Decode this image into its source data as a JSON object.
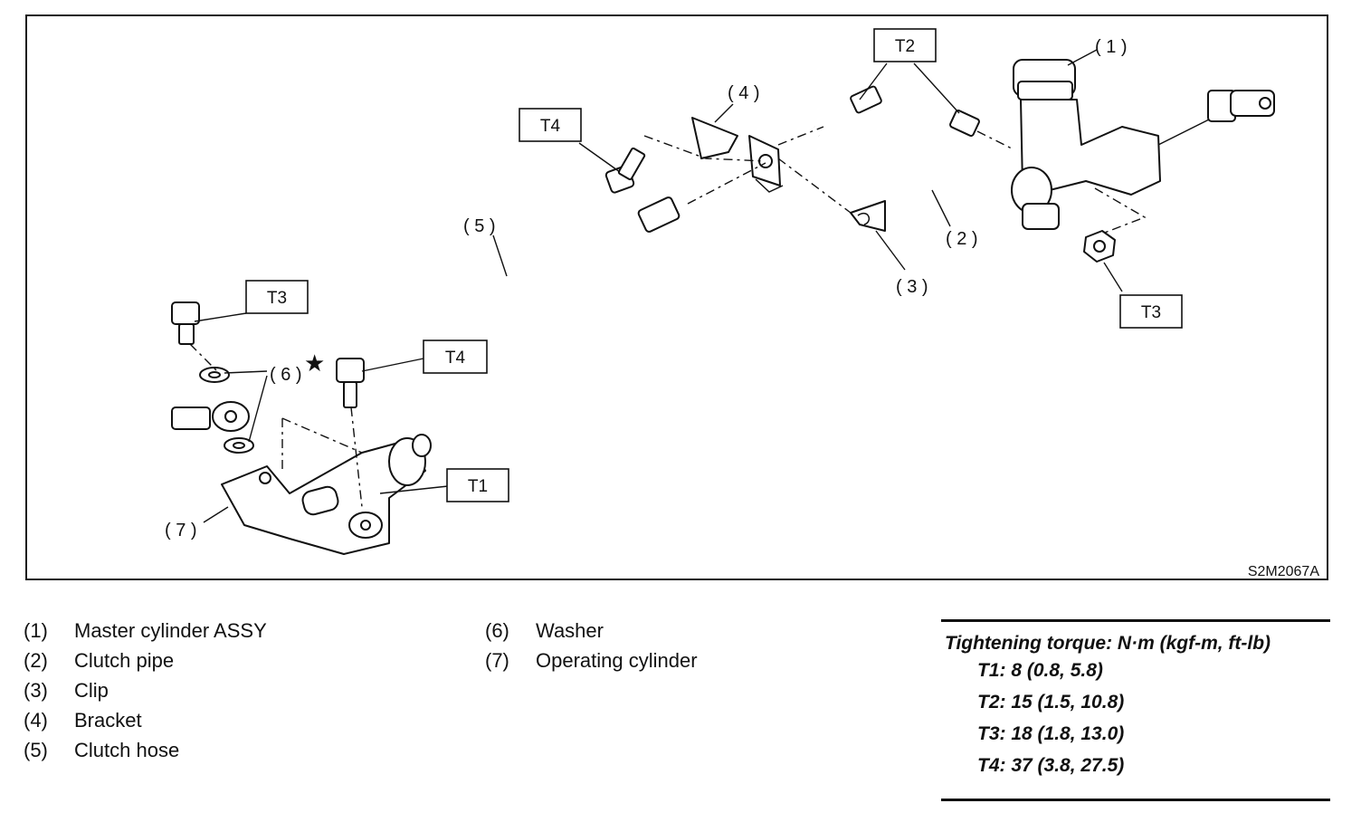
{
  "diagram": {
    "callouts": {
      "c1": "( 1 )",
      "c2": "( 2 )",
      "c3": "( 3 )",
      "c4": "( 4 )",
      "c5": "( 5 )",
      "c6": "( 6 )",
      "c7": "( 7 )"
    },
    "torque_tags": {
      "t2_top": "T2",
      "t4_top": "T4",
      "t3_right": "T3",
      "t3_left": "T3",
      "t4_mid": "T4",
      "t1": "T1"
    },
    "star_symbol": "★",
    "figure_code": "S2M2067A"
  },
  "legend": {
    "left": [
      {
        "num": "(1)",
        "label": "Master cylinder ASSY"
      },
      {
        "num": "(2)",
        "label": "Clutch pipe"
      },
      {
        "num": "(3)",
        "label": "Clip"
      },
      {
        "num": "(4)",
        "label": "Bracket"
      },
      {
        "num": "(5)",
        "label": "Clutch hose"
      }
    ],
    "right": [
      {
        "num": "(6)",
        "label": "Washer"
      },
      {
        "num": "(7)",
        "label": "Operating cylinder"
      }
    ]
  },
  "torque": {
    "title": "Tightening torque: N·m (kgf-m, ft-lb)",
    "rows": [
      "T1: 8 (0.8, 5.8)",
      "T2: 15 (1.5, 10.8)",
      "T3: 18 (1.8, 13.0)",
      "T4: 37 (3.8, 27.5)"
    ]
  }
}
